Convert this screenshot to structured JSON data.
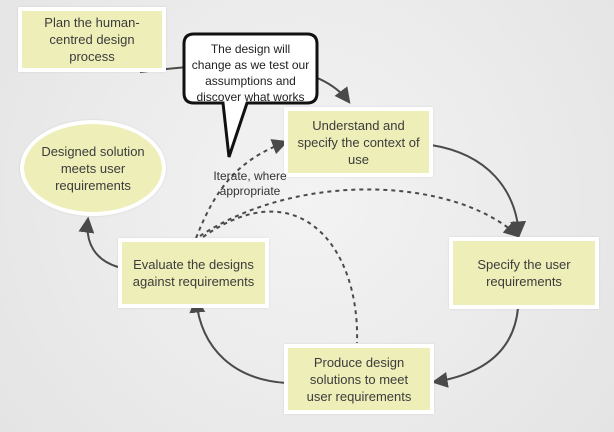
{
  "diagram": {
    "nodes": {
      "plan": "Plan the human-centred design process",
      "understand": "Understand and specify the context of use",
      "specify": "Specify the user requirements",
      "produce": "Produce design solutions to meet user requirements",
      "evaluate": "Evaluate the designs against requirements",
      "solution": "Designed solution meets user requirements"
    },
    "callout_text": "The design will change as we test our assumptions and discover what works",
    "iterate_label": "Iterate, where appropriate",
    "colors": {
      "node_fill": "#eeeeb8",
      "node_border": "#ffffff",
      "arrow": "#4a4a4a",
      "callout_fill": "#ffffff",
      "callout_stroke": "#111111"
    }
  }
}
